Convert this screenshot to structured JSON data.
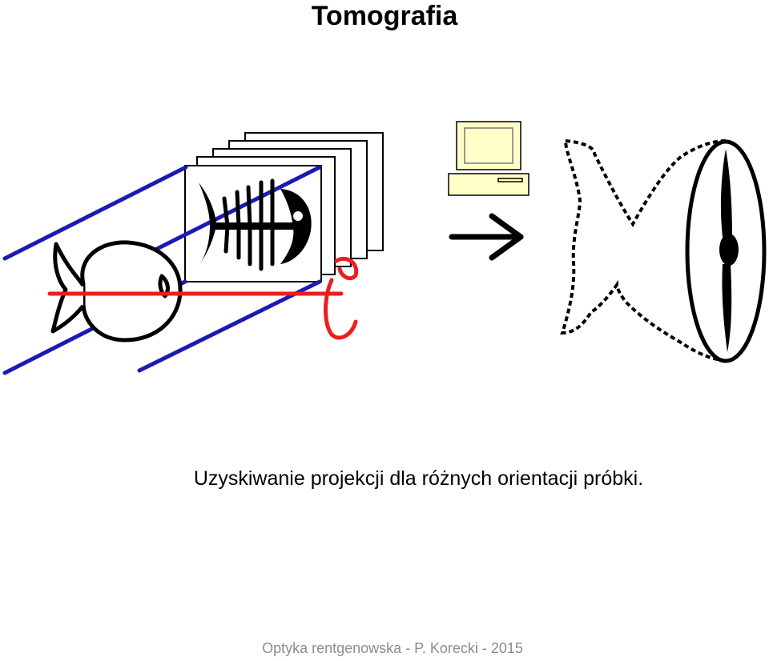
{
  "title": "Tomografia",
  "caption": "Uzyskiwanie projekcji dla różnych orientacji próbki.",
  "footer": "Optyka rentgenowska - P. Korecki - 2015",
  "colors": {
    "beam": "#1b1bb3",
    "rotation_axis": "#ee1c1c",
    "outline": "#000000",
    "computer": "#ffffc8"
  },
  "icons": {
    "sample": "fish-icon",
    "projection": "fish-skeleton-icon",
    "computer": "computer-icon",
    "arrow": "arrow-right-icon",
    "reconstruction": "reconstructed-fish-icon"
  }
}
